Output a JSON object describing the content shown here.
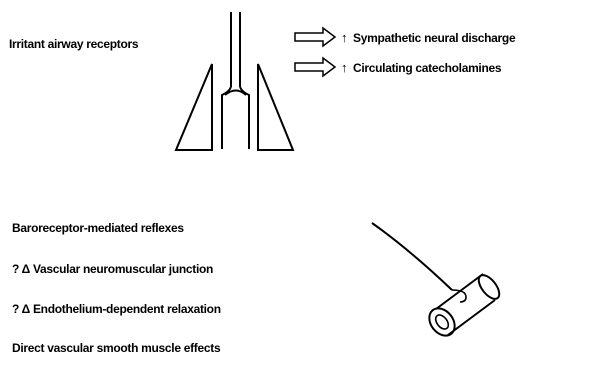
{
  "top": {
    "receptor_label": "Irritant airway receptors",
    "effects": [
      {
        "arrow": "↑",
        "text": "Sympathetic neural discharge"
      },
      {
        "arrow": "↑",
        "text": "Circulating catecholamines"
      }
    ]
  },
  "bottom": {
    "items": [
      "Baroreceptor-mediated reflexes",
      "? Δ Vascular neuromuscular junction",
      "? Δ Endothelium-dependent relaxation",
      "Direct vascular smooth muscle effects"
    ]
  },
  "icons": {
    "lungs": "airway-lungs-icon",
    "vessel": "blood-vessel-nerve-icon",
    "arrow": "hollow-right-arrow-icon"
  }
}
